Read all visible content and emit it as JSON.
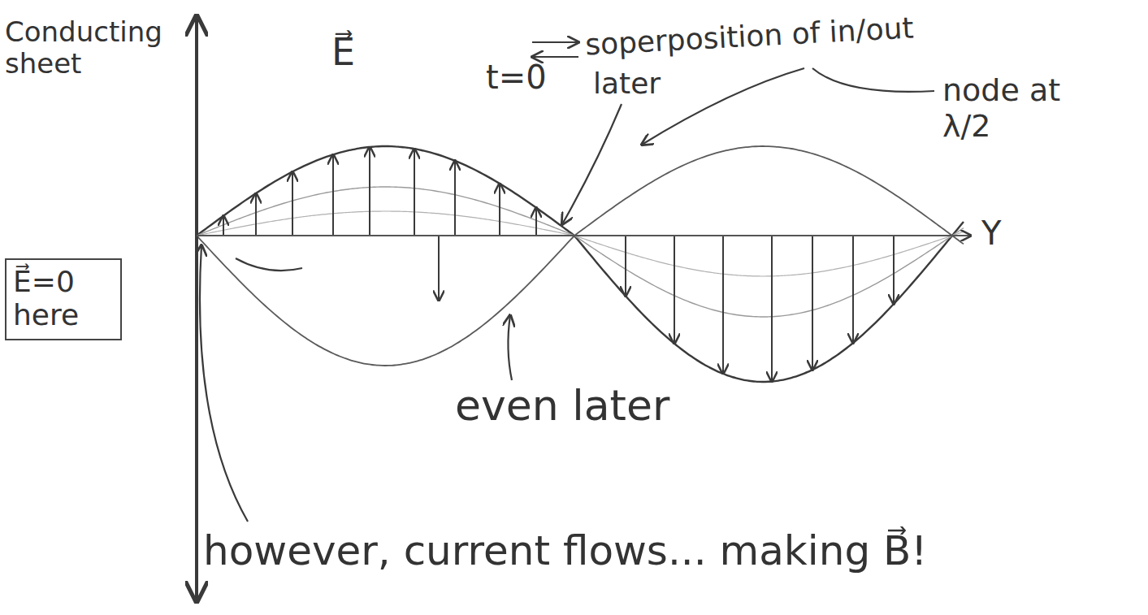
{
  "diagram": {
    "nodes": [
      {
        "text": [
          "E⃗=0 here"
        ]
      }
    ],
    "labels": [
      "Conducting sheet",
      "E⃗",
      "soperposition of in/out",
      "t=0",
      "later",
      "node at λ/2",
      "even later",
      "however, current flows... making B⃗!",
      "Y"
    ]
  }
}
